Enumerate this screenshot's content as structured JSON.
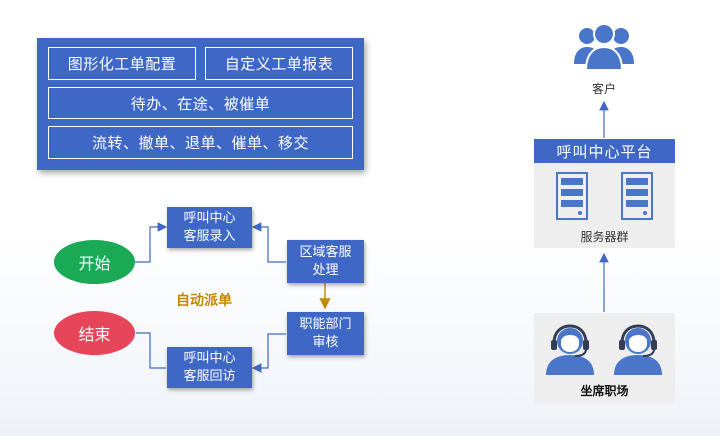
{
  "features": {
    "row1_left": "图形化工单配置",
    "row1_right": "自定义工单报表",
    "row2": "待办、在途、被催单",
    "row3": "流转、撤单、退单、催单、移交"
  },
  "flow": {
    "start": "开始",
    "end": "结束",
    "intake_line1": "呼叫中心",
    "intake_line2": "客服录入",
    "region_line1": "区域客服",
    "region_line2": "处理",
    "dept_line1": "职能部门",
    "dept_line2": "审核",
    "revisit_line1": "呼叫中心",
    "revisit_line2": "客服回访",
    "auto_dispatch": "自动派单"
  },
  "architecture": {
    "customer": "客户",
    "platform": "呼叫中心平台",
    "server_cluster": "服务器群",
    "agents": "坐席职场"
  },
  "colors": {
    "primary_blue": "#3f68c6",
    "start_green": "#1aaa55",
    "end_red": "#e6455a",
    "auto_label": "#c08a00",
    "icon_blue": "#4a76c9",
    "gray_panel": "#eeeeee"
  }
}
